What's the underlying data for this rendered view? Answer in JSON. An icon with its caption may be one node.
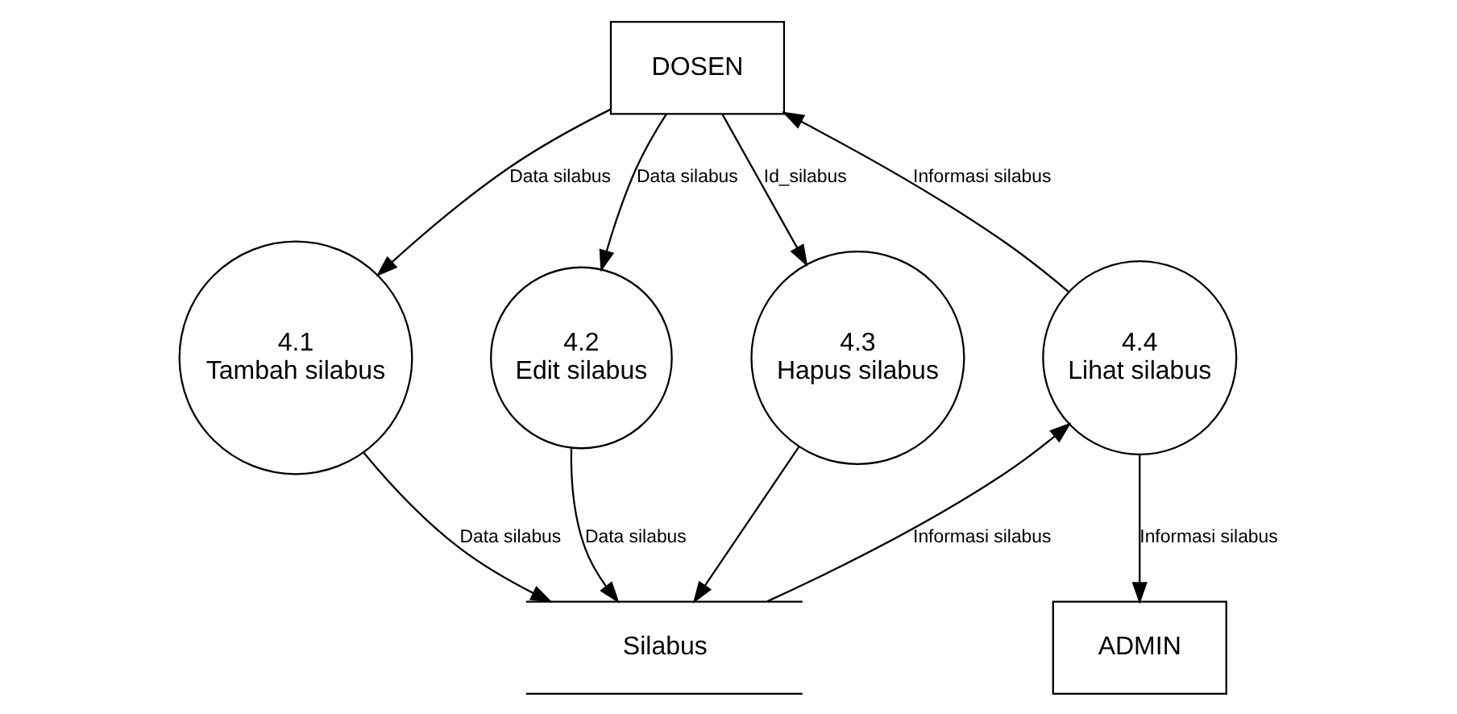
{
  "diagram": {
    "nodes": [
      {
        "text": [
          "DOSEN"
        ]
      },
      {
        "text": [
          "ADMIN"
        ]
      },
      {
        "text": [
          "4.1",
          "Tambah silabus"
        ]
      },
      {
        "text": [
          "4.2",
          "Edit silabus"
        ]
      },
      {
        "text": [
          "4.3",
          "Hapus silabus"
        ]
      },
      {
        "text": [
          "4.4",
          "Lihat silabus"
        ]
      },
      {
        "text": [
          "Silabus"
        ]
      }
    ],
    "edges": [
      {
        "from": 5,
        "to": 0,
        "arrow": "to",
        "label": "Informasi silabus"
      },
      {
        "from": 0,
        "to": 4,
        "arrow": "to",
        "label": "Id_silabus"
      },
      {
        "from": 0,
        "to": 3,
        "arrow": "to",
        "label": "Data silabus"
      },
      {
        "from": 0,
        "to": 2,
        "arrow": "to",
        "label": "Data silabus"
      },
      {
        "from": 2,
        "to": 6,
        "arrow": "to",
        "label": "Data silabus"
      },
      {
        "from": 3,
        "to": 6,
        "arrow": "to",
        "label": "Data silabus"
      },
      {
        "from": 4,
        "to": 6,
        "arrow": "to"
      },
      {
        "from": 6,
        "to": 5,
        "arrow": "to",
        "label": "Informasi silabus"
      },
      {
        "from": 5,
        "to": 1,
        "arrow": "to",
        "label": "Informasi silabus"
      }
    ]
  }
}
